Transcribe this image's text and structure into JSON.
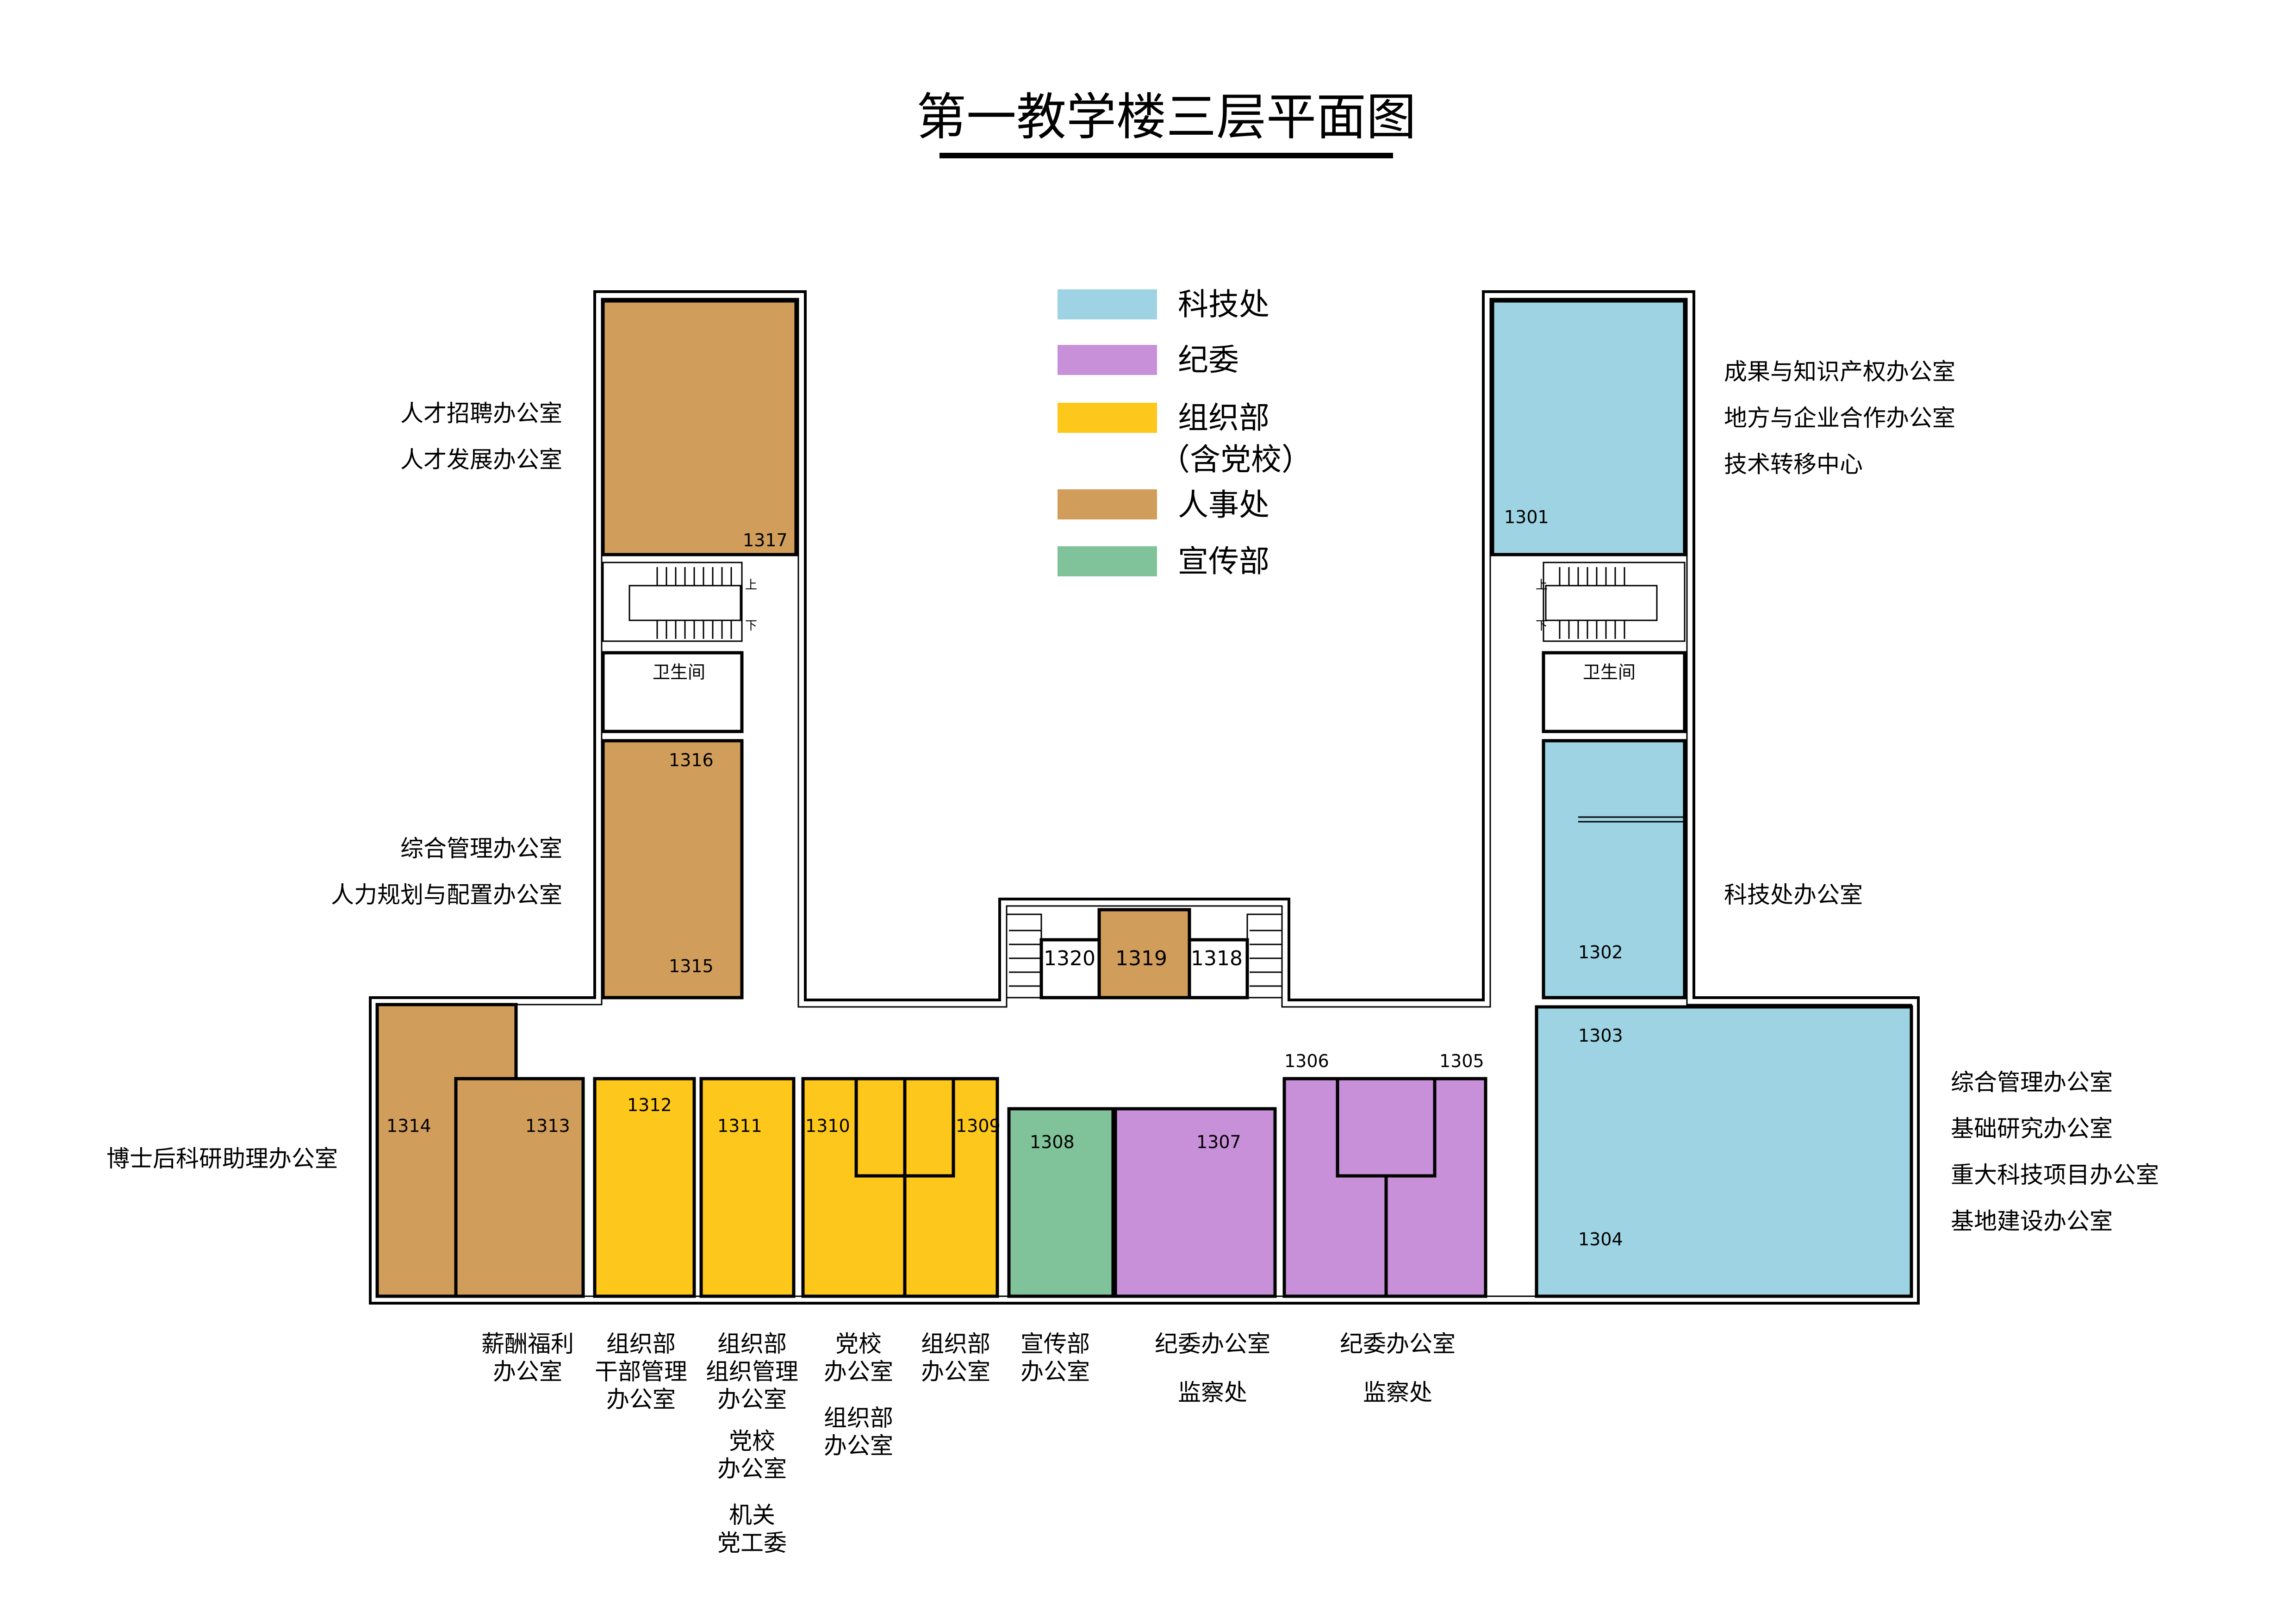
{
  "title": "第一教学楼三层平面图",
  "legend": [
    {
      "label": "科技处",
      "color": "#9dd3e2"
    },
    {
      "label": "纪委",
      "color": "#c790d9"
    },
    {
      "label": "组织部",
      "label2": "（含党校）",
      "color": "#fec71b"
    },
    {
      "label": "人事处",
      "color": "#d19d5a"
    },
    {
      "label": "宣传部",
      "color": "#80c39a"
    }
  ],
  "colors": {
    "keji": "#9dd3e2",
    "jiwei": "#c790d9",
    "zuzhi": "#fec71b",
    "renshi": "#d19d5a",
    "xuanchuan": "#80c39a"
  },
  "rooms": {
    "r1301": "1301",
    "r1302": "1302",
    "r1303": "1303",
    "r1304": "1304",
    "r1305": "1305",
    "r1306": "1306",
    "r1307": "1307",
    "r1308": "1308",
    "r1309": "1309",
    "r1310": "1310",
    "r1311": "1311",
    "r1312": "1312",
    "r1313": "1313",
    "r1314": "1314",
    "r1315": "1315",
    "r1316": "1316",
    "r1317": "1317",
    "r1318": "1318",
    "r1319": "1319",
    "r1320": "1320"
  },
  "facilities": {
    "toilet": "卫生间",
    "stair_up": "上",
    "stair_down": "下"
  },
  "offices": {
    "rencai_zhaopin": "人才招聘办公室",
    "rencai_fazhan": "人才发展办公室",
    "zonghe_guanli_left": "综合管理办公室",
    "renli_guihua": "人力规划与配置办公室",
    "boshihou": "博士后科研助理办公室",
    "chengguo": "成果与知识产权办公室",
    "difang": "地方与企业合作办公室",
    "jishu_zhuanyi": "技术转移中心",
    "kejichu_office": "科技处办公室",
    "zonghe_guanli_right": "综合管理办公室",
    "jichu_yanjiu": "基础研究办公室",
    "zhongda_keji": "重大科技项目办公室",
    "jidi_jianshe": "基地建设办公室"
  },
  "bottom_labels": {
    "xinchou_1": "薪酬福利",
    "xinchou_2": "办公室",
    "ganbu_1": "组织部",
    "ganbu_2": "干部管理",
    "ganbu_3": "办公室",
    "zzgl_1": "组织部",
    "zzgl_2": "组织管理",
    "zzgl_3": "办公室",
    "dangxiao_a1": "党校",
    "dangxiao_a2": "办公室",
    "jiguan_1": "机关",
    "jiguan_2": "党工委",
    "dangxiao_b1": "党校",
    "dangxiao_b2": "办公室",
    "zzb_b1": "组织部",
    "zzb_b2": "办公室",
    "zzb_c1": "组织部",
    "zzb_c2": "办公室",
    "xcb_1": "宣传部",
    "xcb_2": "办公室",
    "jiwei_a": "纪委办公室",
    "jiancha_a": "监察处",
    "jiwei_b": "纪委办公室",
    "jiancha_b": "监察处"
  }
}
